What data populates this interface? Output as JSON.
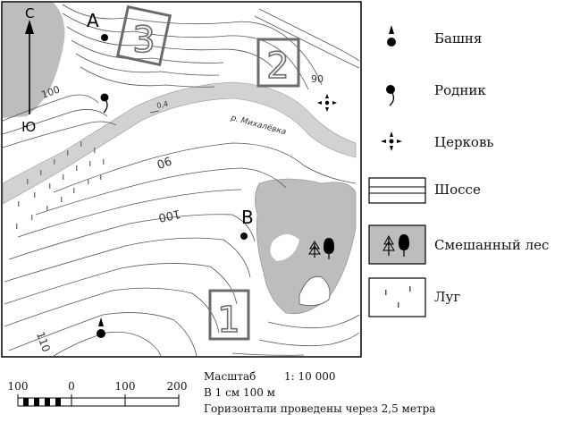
{
  "map": {
    "points": [
      {
        "id": "A",
        "label": "А"
      },
      {
        "id": "B",
        "label": "В"
      }
    ],
    "squares": [
      "1",
      "2",
      "3"
    ],
    "north_label": "С",
    "south_label": "Ю",
    "contour_labels": [
      "100",
      "90",
      "100",
      "110",
      "90"
    ],
    "river_label": "р. Михалёвка",
    "river_flow_label": "0,4"
  },
  "legend": {
    "items": [
      {
        "key": "tower",
        "label": "Башня",
        "icon": "tower-icon"
      },
      {
        "key": "spring",
        "label": "Родник",
        "icon": "spring-icon"
      },
      {
        "key": "church",
        "label": "Церковь",
        "icon": "church-icon"
      },
      {
        "key": "highway",
        "label": "Шоссе",
        "icon": "highway-icon"
      },
      {
        "key": "mixed_forest",
        "label": "Смешанный лес",
        "icon": "mixed-forest-icon"
      },
      {
        "key": "meadow",
        "label": "Луг",
        "icon": "meadow-icon"
      }
    ]
  },
  "scale": {
    "title": "Масштаб",
    "ratio": "1: 10 000",
    "per_cm": "В 1 см 100 м",
    "contour_note": "Горизонтали проведены через 2,5 метра",
    "ticks": [
      "100",
      "0",
      "100",
      "200"
    ]
  },
  "colors": {
    "forest": "#bdbdbd",
    "river": "#d0d0d0",
    "square_stroke": "#6b6b6b",
    "contour": "#555555"
  }
}
